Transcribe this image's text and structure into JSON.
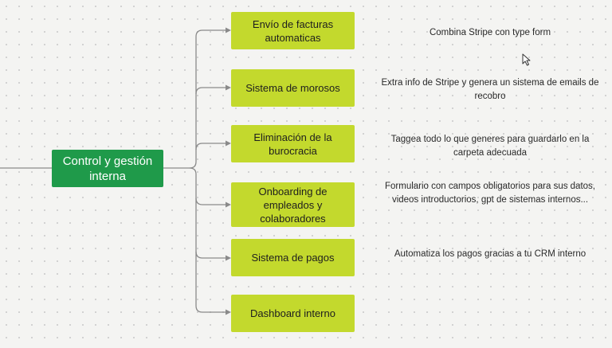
{
  "diagram": {
    "root": {
      "label": "Control y gestión interna"
    },
    "children": [
      {
        "label": "Envío de facturas automaticas",
        "note": "Combina Stripe con type form"
      },
      {
        "label": "Sistema de morosos",
        "note": "Extra info de Stripe y genera un sistema de emails de recobro"
      },
      {
        "label": "Eliminación de la burocracia",
        "note": "Taggea todo lo que generes para guardarlo en la carpeta adecuada"
      },
      {
        "label": "Onboarding de empleados y colaboradores",
        "note": "Formulario con campos obligatorios para sus datos, videos introductorios, gpt de sistemas internos..."
      },
      {
        "label": "Sistema de pagos",
        "note": "Automatiza los pagos gracias a tu CRM interno"
      },
      {
        "label": "Dashboard interno",
        "note": ""
      }
    ]
  },
  "colors": {
    "root_fill": "#1f9a4a",
    "child_fill": "#c3d92d",
    "connector": "#8a8a8a",
    "canvas": "#f4f4f2"
  }
}
